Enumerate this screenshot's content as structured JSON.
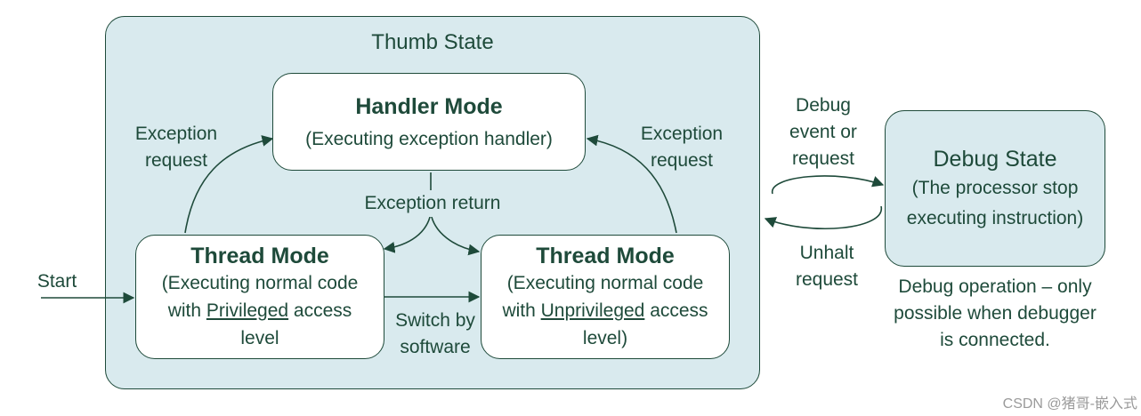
{
  "thumb_state": {
    "title": "Thumb State"
  },
  "handler_mode": {
    "title": "Handler Mode",
    "desc": "(Executing exception handler)"
  },
  "thread_priv": {
    "title": "Thread Mode",
    "line1": "(Executing normal code",
    "line2_pre": "with ",
    "line2_u": "Privileged",
    "line2_post": " access",
    "line3": "level"
  },
  "thread_unpriv": {
    "title": "Thread Mode",
    "line1": "(Executing normal code",
    "line2_pre": "with ",
    "line2_u": "Unprivileged",
    "line2_post": " access",
    "line3": "level)"
  },
  "debug_state": {
    "title": "Debug State",
    "line1": "(The processor stop",
    "line2": "executing instruction)"
  },
  "labels": {
    "exception_request_left": [
      "Exception",
      "request"
    ],
    "exception_request_right": [
      "Exception",
      "request"
    ],
    "exception_return": "Exception return",
    "switch_by_software": [
      "Switch by",
      "software"
    ],
    "start": "Start",
    "debug_request": [
      "Debug",
      "event or",
      "request"
    ],
    "unhalt_request": [
      "Unhalt",
      "request"
    ],
    "debug_note": [
      "Debug operation – only",
      "possible when debugger",
      "is connected."
    ]
  },
  "watermark": "CSDN @猪哥-嵌入式",
  "colors": {
    "stroke": "#1e4a3a",
    "panel": "#d9eaee",
    "box": "#ffffff"
  }
}
